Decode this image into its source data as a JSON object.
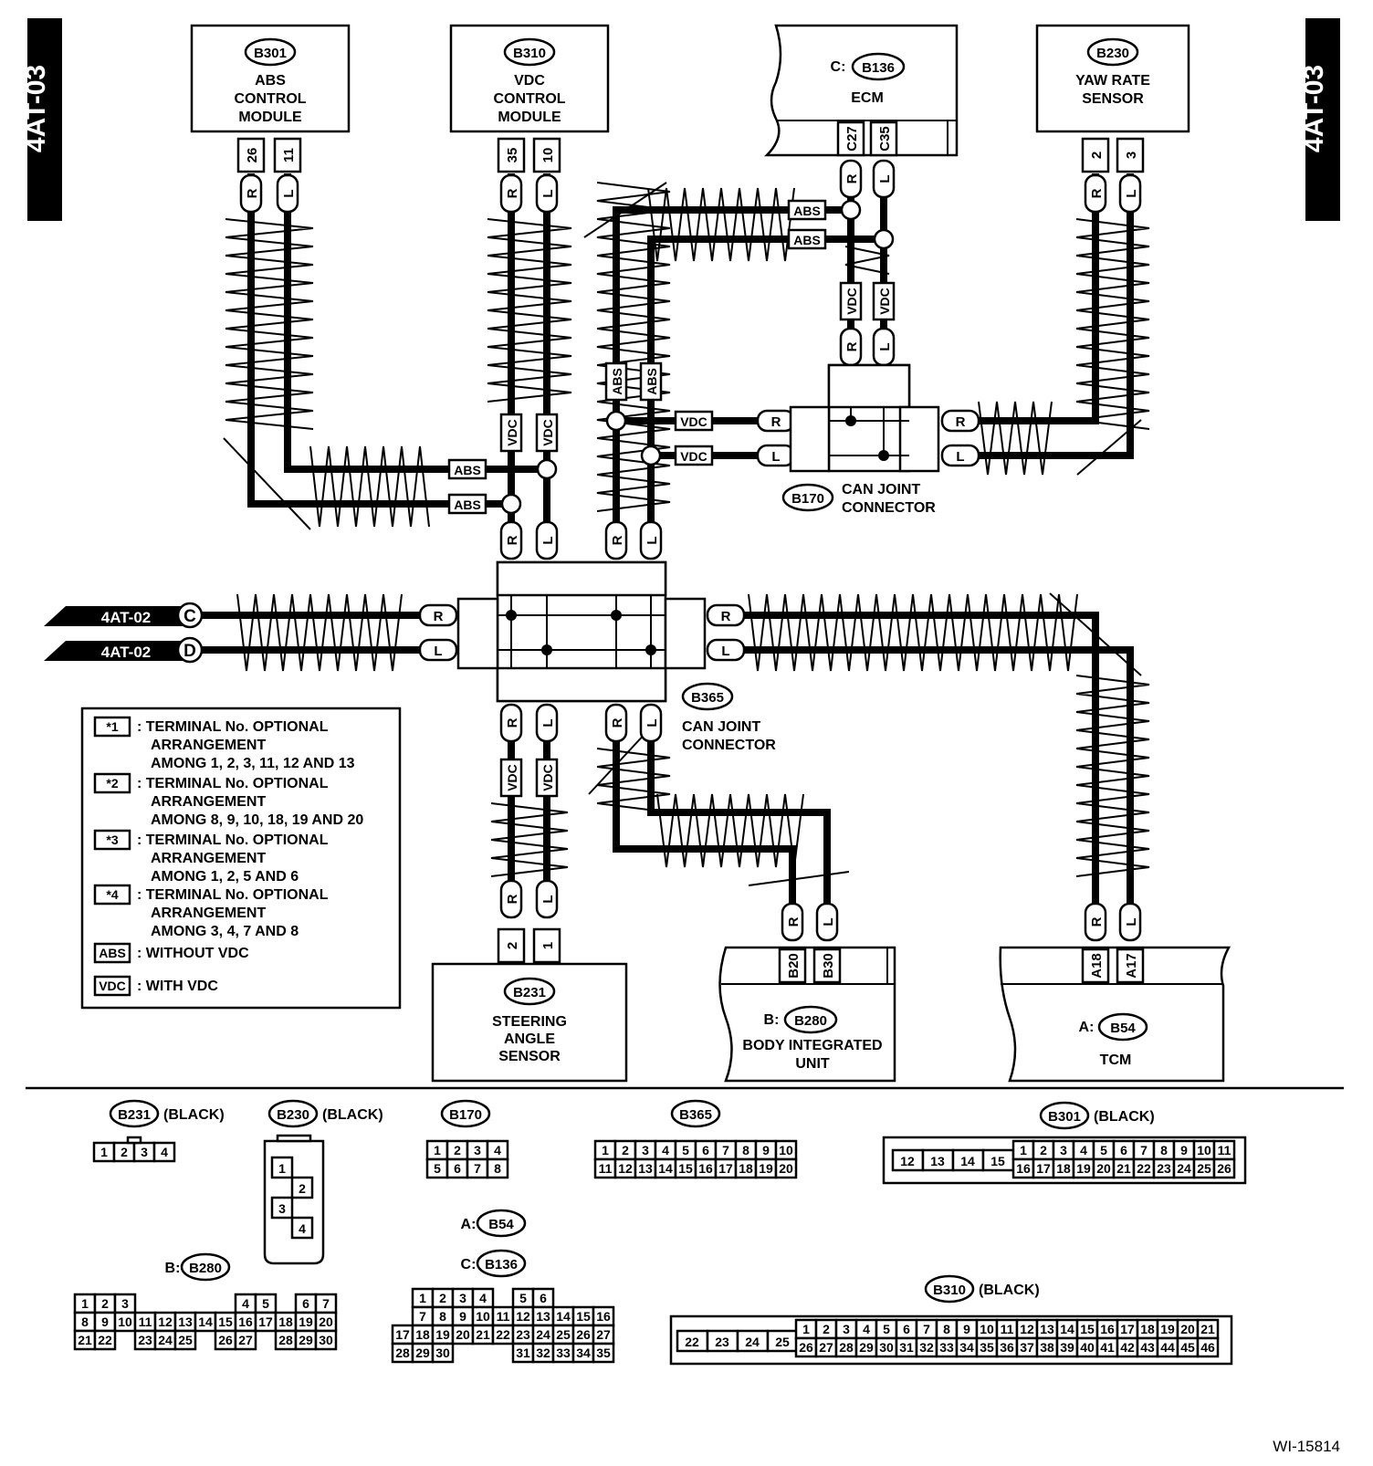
{
  "page_tags": {
    "left": "4AT-03",
    "right": "4AT-03"
  },
  "figure_id": "WI-15814",
  "modules": {
    "abs": {
      "id": "B301",
      "line1": "ABS",
      "line2": "CONTROL",
      "line3": "MODULE",
      "pins": [
        "26",
        "11"
      ],
      "wires": [
        "R",
        "L"
      ]
    },
    "vdc": {
      "id": "B310",
      "line1": "VDC",
      "line2": "CONTROL",
      "line3": "MODULE",
      "pins": [
        "35",
        "10"
      ],
      "wires": [
        "R",
        "L"
      ]
    },
    "ecm": {
      "prefix": "C:",
      "id": "B136",
      "name": "ECM",
      "pins": [
        "C27",
        "C35"
      ],
      "wires": [
        "R",
        "L"
      ]
    },
    "yaw": {
      "id": "B230",
      "line1": "YAW RATE",
      "line2": "SENSOR",
      "pins": [
        "2",
        "3"
      ],
      "wires": [
        "R",
        "L"
      ]
    },
    "steering": {
      "id": "B231",
      "line1": "STEERING",
      "line2": "ANGLE",
      "line3": "SENSOR",
      "pins": [
        "2",
        "1"
      ],
      "wires": [
        "R",
        "L"
      ]
    },
    "body": {
      "prefix": "B:",
      "id": "B280",
      "line1": "BODY INTEGRATED",
      "line2": "UNIT",
      "pins": [
        "B20",
        "B30"
      ],
      "wires": [
        "R",
        "L"
      ]
    },
    "tcm": {
      "prefix": "A:",
      "id": "B54",
      "name": "TCM",
      "pins": [
        "A18",
        "A17"
      ],
      "wires": [
        "R",
        "L"
      ]
    }
  },
  "joints": {
    "b170": {
      "id": "B170",
      "line1": "CAN JOINT",
      "line2": "CONNECTOR"
    },
    "b365": {
      "id": "B365",
      "line1": "CAN JOINT",
      "line2": "CONNECTOR"
    }
  },
  "tags": {
    "abs": "ABS",
    "vdc": "VDC",
    "r": "R",
    "l": "L",
    "s1": "*1",
    "s2": "*2",
    "s3": "*3",
    "s4": "*4"
  },
  "offpage": {
    "c": {
      "ref": "4AT-02",
      "letter": "C"
    },
    "d": {
      "ref": "4AT-02",
      "letter": "D"
    }
  },
  "legend": [
    {
      "key": "*1",
      "line1": ": TERMINAL No. OPTIONAL",
      "line2": "ARRANGEMENT",
      "line3": "AMONG 1, 2, 3, 11, 12 AND 13"
    },
    {
      "key": "*2",
      "line1": ": TERMINAL No. OPTIONAL",
      "line2": "ARRANGEMENT",
      "line3": "AMONG 8, 9, 10, 18, 19 AND 20"
    },
    {
      "key": "*3",
      "line1": ": TERMINAL No. OPTIONAL",
      "line2": "ARRANGEMENT",
      "line3": "AMONG 1, 2, 5 AND 6"
    },
    {
      "key": "*4",
      "line1": ": TERMINAL No. OPTIONAL",
      "line2": "ARRANGEMENT",
      "line3": "AMONG 3, 4, 7 AND 8"
    },
    {
      "key": "ABS",
      "line1": ": WITHOUT VDC"
    },
    {
      "key": "VDC",
      "line1": ": WITH VDC"
    }
  ],
  "connector_faces": {
    "b231": {
      "id": "B231",
      "color": "(BLACK)",
      "rows": [
        [
          "1",
          "2",
          "3",
          "4"
        ]
      ]
    },
    "b230": {
      "id": "B230",
      "color": "(BLACK)",
      "pins": [
        "1",
        "2",
        "3",
        "4"
      ]
    },
    "b170": {
      "id": "B170",
      "rows": [
        [
          "1",
          "2",
          "3",
          "4"
        ],
        [
          "5",
          "6",
          "7",
          "8"
        ]
      ]
    },
    "b365": {
      "id": "B365",
      "rows": [
        [
          "1",
          "2",
          "3",
          "4",
          "5",
          "6",
          "7",
          "8",
          "9",
          "10"
        ],
        [
          "11",
          "12",
          "13",
          "14",
          "15",
          "16",
          "17",
          "18",
          "19",
          "20"
        ]
      ]
    },
    "b301": {
      "id": "B301",
      "color": "(BLACK)",
      "side": [
        "12",
        "13",
        "14",
        "15"
      ],
      "rows": [
        [
          "1",
          "2",
          "3",
          "4",
          "5",
          "6",
          "7",
          "8",
          "9",
          "10",
          "11"
        ],
        [
          "16",
          "17",
          "18",
          "19",
          "20",
          "21",
          "22",
          "23",
          "24",
          "25",
          "26"
        ]
      ]
    },
    "b280": {
      "prefix": "B:",
      "id": "B280",
      "rows": [
        [
          "1",
          "2",
          "3",
          "",
          "",
          "",
          "",
          "",
          "4",
          "5",
          "",
          "6",
          "7"
        ],
        [
          "8",
          "9",
          "10",
          "11",
          "12",
          "13",
          "14",
          "15",
          "16",
          "17",
          "18",
          "19",
          "20"
        ],
        [
          "21",
          "22",
          "",
          "23",
          "24",
          "25",
          "",
          "26",
          "27",
          "",
          "28",
          "29",
          "30"
        ]
      ]
    },
    "b54": {
      "prefix": "A:",
      "id": "B54"
    },
    "b136": {
      "prefix": "C:",
      "id": "B136",
      "rows": [
        [
          "",
          "1",
          "2",
          "3",
          "4",
          "",
          "5",
          "6"
        ],
        [
          "",
          "7",
          "8",
          "9",
          "10",
          "11",
          "12",
          "13",
          "14",
          "15",
          "16"
        ],
        [
          "17",
          "18",
          "19",
          "20",
          "21",
          "22",
          "23",
          "24",
          "25",
          "26",
          "27"
        ],
        [
          "28",
          "29",
          "30",
          "",
          "",
          "",
          "31",
          "32",
          "33",
          "34",
          "35"
        ]
      ]
    },
    "b310": {
      "id": "B310",
      "color": "(BLACK)",
      "side": [
        "22",
        "23",
        "24",
        "25"
      ],
      "rows": [
        [
          "1",
          "2",
          "3",
          "4",
          "5",
          "6",
          "7",
          "8",
          "9",
          "10",
          "11",
          "12",
          "13",
          "14",
          "15",
          "16",
          "17",
          "18",
          "19",
          "20",
          "21"
        ],
        [
          "26",
          "27",
          "28",
          "29",
          "30",
          "31",
          "32",
          "33",
          "34",
          "35",
          "36",
          "37",
          "38",
          "39",
          "40",
          "41",
          "42",
          "43",
          "44",
          "45",
          "46"
        ]
      ]
    }
  }
}
